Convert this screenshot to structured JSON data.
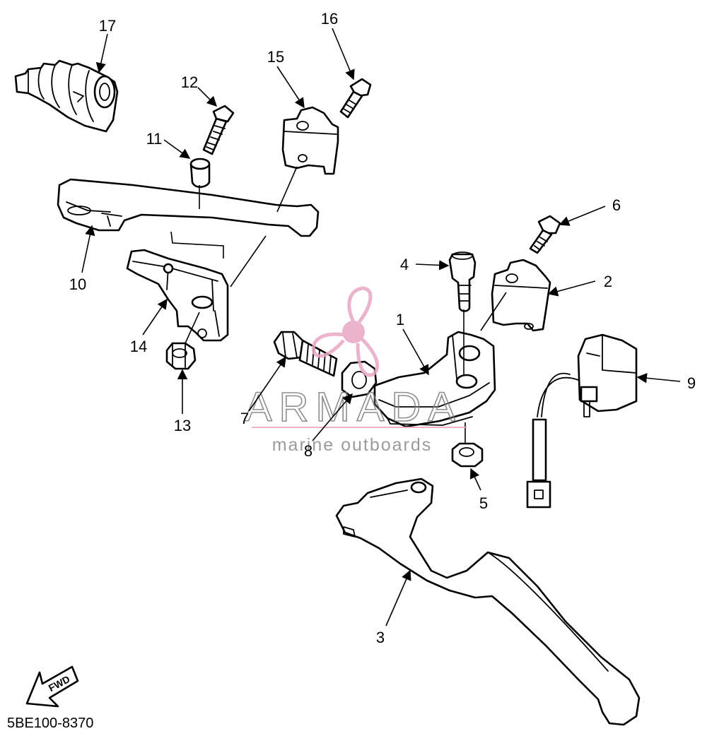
{
  "diagram": {
    "callouts": [
      "1",
      "2",
      "3",
      "4",
      "5",
      "6",
      "7",
      "8",
      "9",
      "10",
      "11",
      "12",
      "13",
      "14",
      "15",
      "16",
      "17"
    ],
    "direction_badge": "FWD",
    "drawing_code": "5BE100-8370"
  },
  "watermark": {
    "brand": "ARMADA",
    "tagline": "marine outboards",
    "color": "#e8a6c4"
  }
}
